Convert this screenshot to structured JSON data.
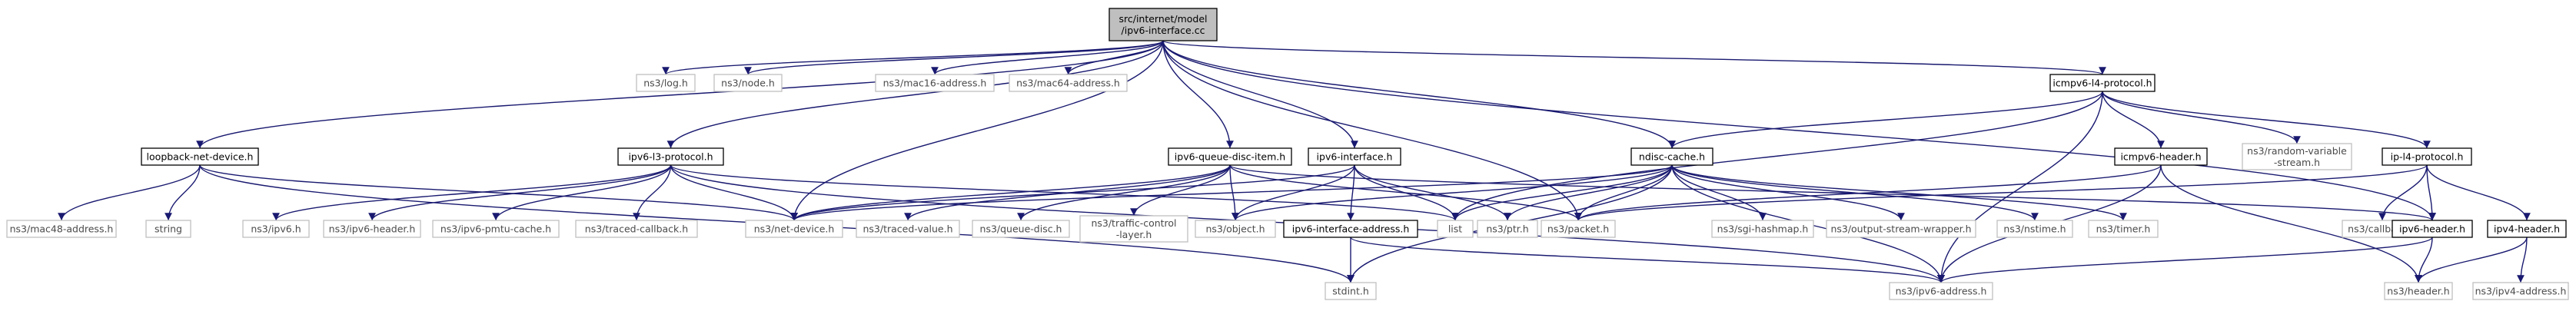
{
  "colors": {
    "root_fill": "#bfbfbf",
    "root_border": "#000000",
    "documented_border": "#000000",
    "external_border": "#bfbfbf",
    "edge": "#191970",
    "background": "#ffffff"
  },
  "nodes": [
    {
      "id": "root",
      "lines": [
        "src/internet/model",
        "/ipv6-interface.cc"
      ],
      "kind": "root"
    },
    {
      "id": "log",
      "lines": [
        "ns3/log.h"
      ],
      "kind": "external"
    },
    {
      "id": "node",
      "lines": [
        "ns3/node.h"
      ],
      "kind": "external"
    },
    {
      "id": "mac16",
      "lines": [
        "ns3/mac16-address.h"
      ],
      "kind": "external"
    },
    {
      "id": "mac64",
      "lines": [
        "ns3/mac64-address.h"
      ],
      "kind": "external"
    },
    {
      "id": "icmpv6l4",
      "lines": [
        "icmpv6-l4-protocol.h"
      ],
      "kind": "documented"
    },
    {
      "id": "loopback",
      "lines": [
        "loopback-net-device.h"
      ],
      "kind": "documented"
    },
    {
      "id": "ipv6l3",
      "lines": [
        "ipv6-l3-protocol.h"
      ],
      "kind": "documented"
    },
    {
      "id": "queuedisc",
      "lines": [
        "ipv6-queue-disc-item.h"
      ],
      "kind": "documented"
    },
    {
      "id": "ipv6if",
      "lines": [
        "ipv6-interface.h"
      ],
      "kind": "documented"
    },
    {
      "id": "ndisc",
      "lines": [
        "ndisc-cache.h"
      ],
      "kind": "documented"
    },
    {
      "id": "icmpv6hdr",
      "lines": [
        "icmpv6-header.h"
      ],
      "kind": "documented"
    },
    {
      "id": "randvar",
      "lines": [
        "ns3/random-variable",
        "-stream.h"
      ],
      "kind": "external"
    },
    {
      "id": "ipl4",
      "lines": [
        "ip-l4-protocol.h"
      ],
      "kind": "documented"
    },
    {
      "id": "mac48",
      "lines": [
        "ns3/mac48-address.h"
      ],
      "kind": "external"
    },
    {
      "id": "string",
      "lines": [
        "string"
      ],
      "kind": "external"
    },
    {
      "id": "ipv6h",
      "lines": [
        "ns3/ipv6.h"
      ],
      "kind": "external"
    },
    {
      "id": "ipv6header3",
      "lines": [
        "ns3/ipv6-header.h"
      ],
      "kind": "external"
    },
    {
      "id": "pmtu",
      "lines": [
        "ns3/ipv6-pmtu-cache.h"
      ],
      "kind": "external"
    },
    {
      "id": "tracedcb",
      "lines": [
        "ns3/traced-callback.h"
      ],
      "kind": "external"
    },
    {
      "id": "netdev",
      "lines": [
        "ns3/net-device.h"
      ],
      "kind": "external"
    },
    {
      "id": "tracedval",
      "lines": [
        "ns3/traced-value.h"
      ],
      "kind": "external"
    },
    {
      "id": "qdisc",
      "lines": [
        "ns3/queue-disc.h"
      ],
      "kind": "external"
    },
    {
      "id": "tclayer",
      "lines": [
        "ns3/traffic-control",
        "-layer.h"
      ],
      "kind": "external"
    },
    {
      "id": "object",
      "lines": [
        "ns3/object.h"
      ],
      "kind": "external"
    },
    {
      "id": "ifaddr",
      "lines": [
        "ipv6-interface-address.h"
      ],
      "kind": "documented"
    },
    {
      "id": "list",
      "lines": [
        "list"
      ],
      "kind": "external"
    },
    {
      "id": "ptr",
      "lines": [
        "ns3/ptr.h"
      ],
      "kind": "external"
    },
    {
      "id": "packet",
      "lines": [
        "ns3/packet.h"
      ],
      "kind": "external"
    },
    {
      "id": "sgi",
      "lines": [
        "ns3/sgi-hashmap.h"
      ],
      "kind": "external"
    },
    {
      "id": "oswrap",
      "lines": [
        "ns3/output-stream-wrapper.h"
      ],
      "kind": "external"
    },
    {
      "id": "nstime",
      "lines": [
        "ns3/nstime.h"
      ],
      "kind": "external"
    },
    {
      "id": "timer",
      "lines": [
        "ns3/timer.h"
      ],
      "kind": "external"
    },
    {
      "id": "callback",
      "lines": [
        "ns3/callback.h"
      ],
      "kind": "external"
    },
    {
      "id": "ipv6header",
      "lines": [
        "ipv6-header.h"
      ],
      "kind": "documented"
    },
    {
      "id": "ipv4header",
      "lines": [
        "ipv4-header.h"
      ],
      "kind": "documented"
    },
    {
      "id": "stdint",
      "lines": [
        "stdint.h"
      ],
      "kind": "external"
    },
    {
      "id": "ipv6addr",
      "lines": [
        "ns3/ipv6-address.h"
      ],
      "kind": "external"
    },
    {
      "id": "header",
      "lines": [
        "ns3/header.h"
      ],
      "kind": "external"
    },
    {
      "id": "ipv4addr",
      "lines": [
        "ns3/ipv4-address.h"
      ],
      "kind": "external"
    }
  ],
  "edges": [
    [
      "root",
      "log"
    ],
    [
      "root",
      "node"
    ],
    [
      "root",
      "mac16"
    ],
    [
      "root",
      "mac64"
    ],
    [
      "root",
      "icmpv6l4"
    ],
    [
      "root",
      "loopback"
    ],
    [
      "root",
      "ipv6l3"
    ],
    [
      "root",
      "queuedisc"
    ],
    [
      "root",
      "ipv6if"
    ],
    [
      "root",
      "ndisc"
    ],
    [
      "root",
      "netdev"
    ],
    [
      "root",
      "packet"
    ],
    [
      "root",
      "ipv6header"
    ],
    [
      "icmpv6l4",
      "ndisc"
    ],
    [
      "icmpv6l4",
      "icmpv6hdr"
    ],
    [
      "icmpv6l4",
      "randvar"
    ],
    [
      "icmpv6l4",
      "ipl4"
    ],
    [
      "icmpv6l4",
      "list"
    ],
    [
      "icmpv6l4",
      "ipv6addr"
    ],
    [
      "loopback",
      "mac48"
    ],
    [
      "loopback",
      "string"
    ],
    [
      "loopback",
      "netdev"
    ],
    [
      "loopback",
      "stdint"
    ],
    [
      "ipv6l3",
      "ipv6h"
    ],
    [
      "ipv6l3",
      "ipv6header3"
    ],
    [
      "ipv6l3",
      "pmtu"
    ],
    [
      "ipv6l3",
      "tracedcb"
    ],
    [
      "ipv6l3",
      "netdev"
    ],
    [
      "ipv6l3",
      "list"
    ],
    [
      "ipv6l3",
      "ipv6addr"
    ],
    [
      "queuedisc",
      "netdev"
    ],
    [
      "queuedisc",
      "tracedval"
    ],
    [
      "queuedisc",
      "qdisc"
    ],
    [
      "queuedisc",
      "tclayer"
    ],
    [
      "queuedisc",
      "object"
    ],
    [
      "queuedisc",
      "packet"
    ],
    [
      "queuedisc",
      "ipv6header"
    ],
    [
      "ipv6if",
      "netdev"
    ],
    [
      "ipv6if",
      "object"
    ],
    [
      "ipv6if",
      "ifaddr"
    ],
    [
      "ipv6if",
      "list"
    ],
    [
      "ipv6if",
      "ptr"
    ],
    [
      "ndisc",
      "netdev"
    ],
    [
      "ndisc",
      "object"
    ],
    [
      "ndisc",
      "list"
    ],
    [
      "ndisc",
      "ptr"
    ],
    [
      "ndisc",
      "packet"
    ],
    [
      "ndisc",
      "sgi"
    ],
    [
      "ndisc",
      "oswrap"
    ],
    [
      "ndisc",
      "nstime"
    ],
    [
      "ndisc",
      "timer"
    ],
    [
      "ndisc",
      "stdint"
    ],
    [
      "ndisc",
      "ipv6addr"
    ],
    [
      "icmpv6hdr",
      "packet"
    ],
    [
      "icmpv6hdr",
      "header"
    ],
    [
      "icmpv6hdr",
      "ipv6addr"
    ],
    [
      "ipl4",
      "packet"
    ],
    [
      "ipl4",
      "callback"
    ],
    [
      "ipl4",
      "ipv6header"
    ],
    [
      "ipl4",
      "ipv4header"
    ],
    [
      "ifaddr",
      "stdint"
    ],
    [
      "ifaddr",
      "ipv6addr"
    ],
    [
      "ipv6header",
      "header"
    ],
    [
      "ipv6header",
      "ipv6addr"
    ],
    [
      "ipv4header",
      "header"
    ],
    [
      "ipv4header",
      "ipv4addr"
    ]
  ]
}
